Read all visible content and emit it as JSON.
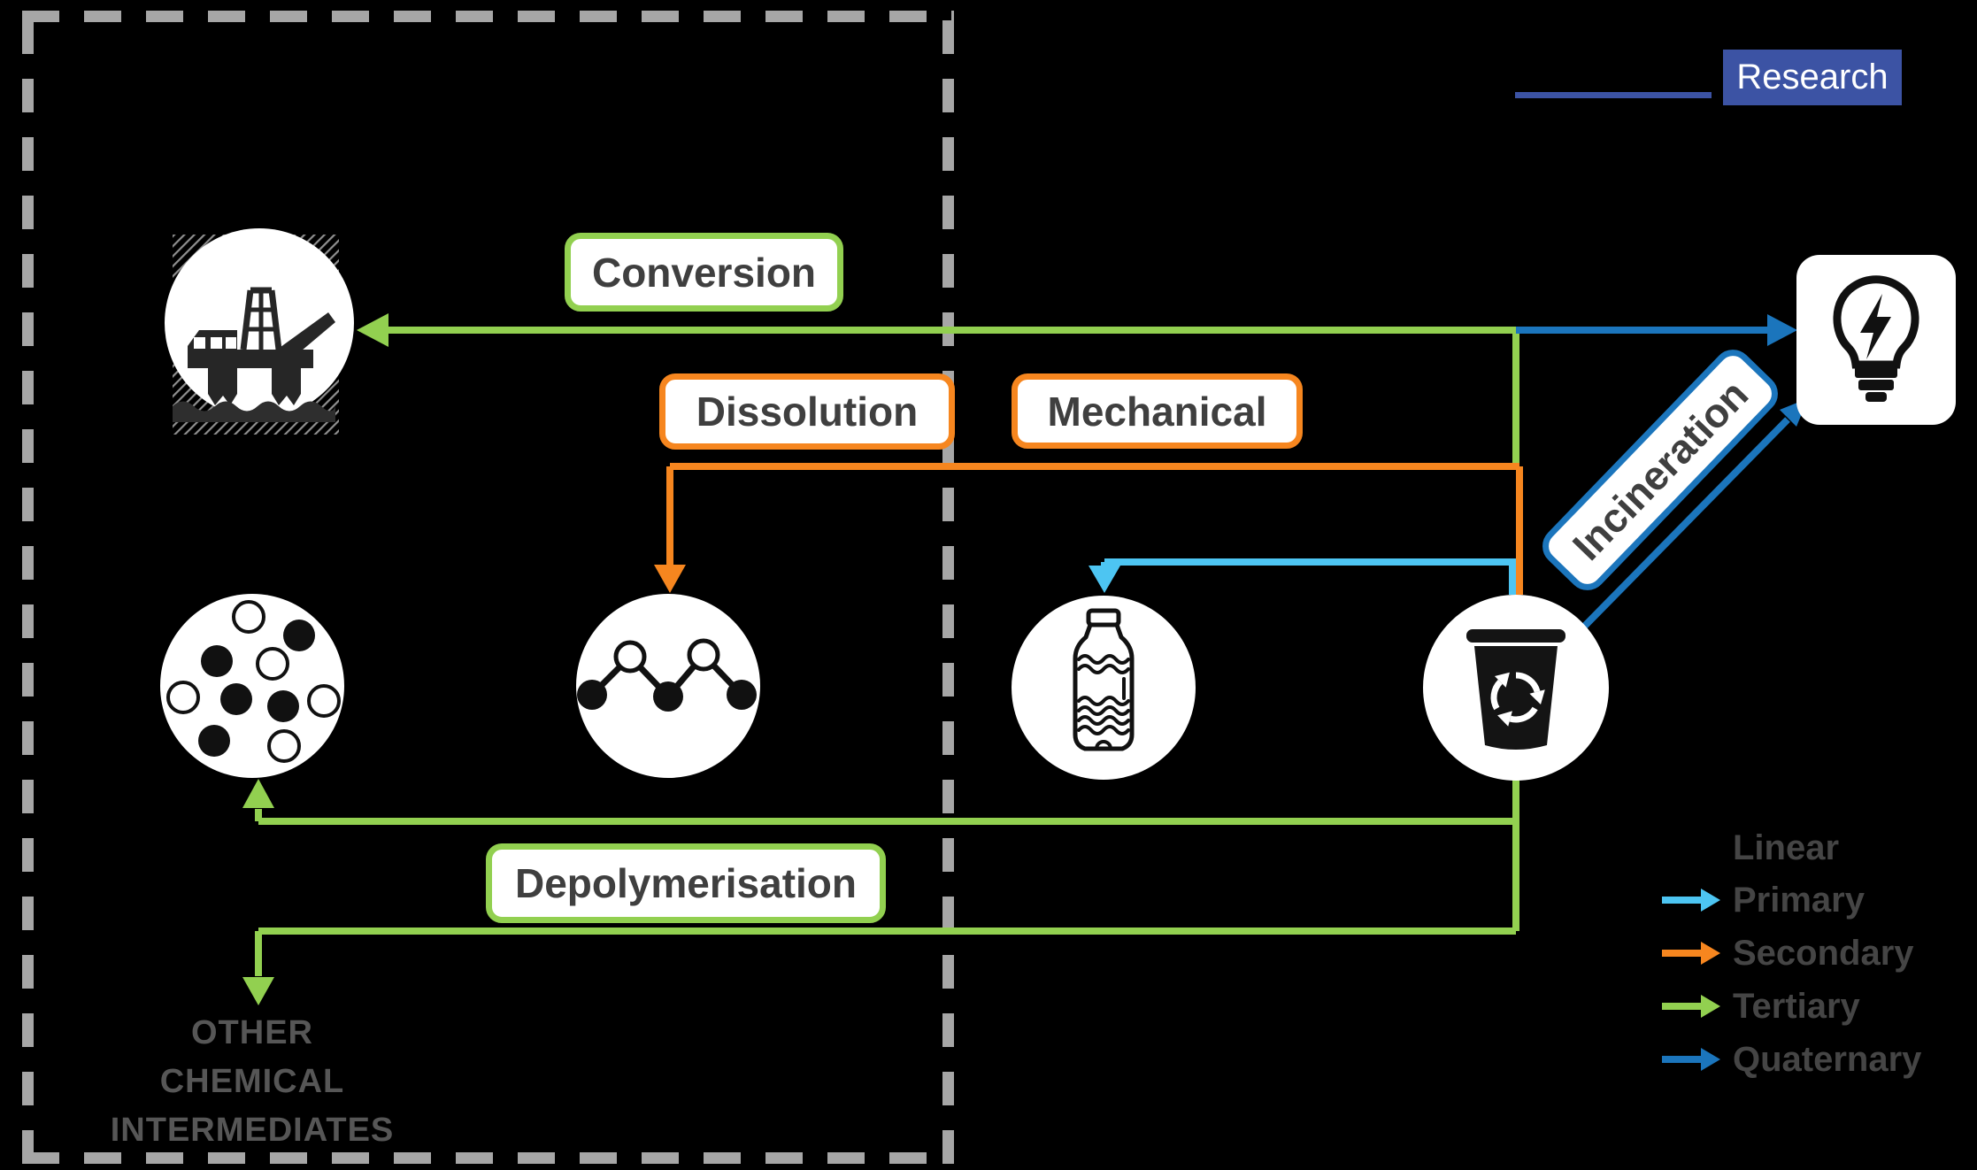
{
  "branding": {
    "research_label": "Research",
    "brand_color": "#3C53A4"
  },
  "process_labels": {
    "conversion": "Conversion",
    "dissolution": "Dissolution",
    "mechanical": "Mechanical",
    "incineration": "Incineration",
    "depolymerisation": "Depolymerisation"
  },
  "outputs": {
    "other_chemical_intermediates": {
      "line1": "OTHER",
      "line2": "CHEMICAL",
      "line3": "INTERMEDIATES"
    }
  },
  "icons": [
    "oil-rig-icon",
    "monomer-granulate-icon",
    "polymer-chain-icon",
    "plastic-bottle-icon",
    "recycling-bin-icon",
    "energy-lightbulb-icon"
  ],
  "legend": {
    "items": [
      {
        "label": "Linear",
        "color": "#000000"
      },
      {
        "label": "Primary",
        "color": "#4DC5F2"
      },
      {
        "label": "Secondary",
        "color": "#F6861F"
      },
      {
        "label": "Tertiary",
        "color": "#92D050"
      },
      {
        "label": "Quaternary",
        "color": "#1B75BC"
      }
    ]
  },
  "colors": {
    "primary_cyan": "#4DC5F2",
    "secondary_orange": "#F6861F",
    "tertiary_green": "#92D050",
    "quaternary_blue": "#1B75BC",
    "boundary_dash": "#A6A6A6",
    "label_text": "#3F3F3F",
    "background": "#000000"
  }
}
